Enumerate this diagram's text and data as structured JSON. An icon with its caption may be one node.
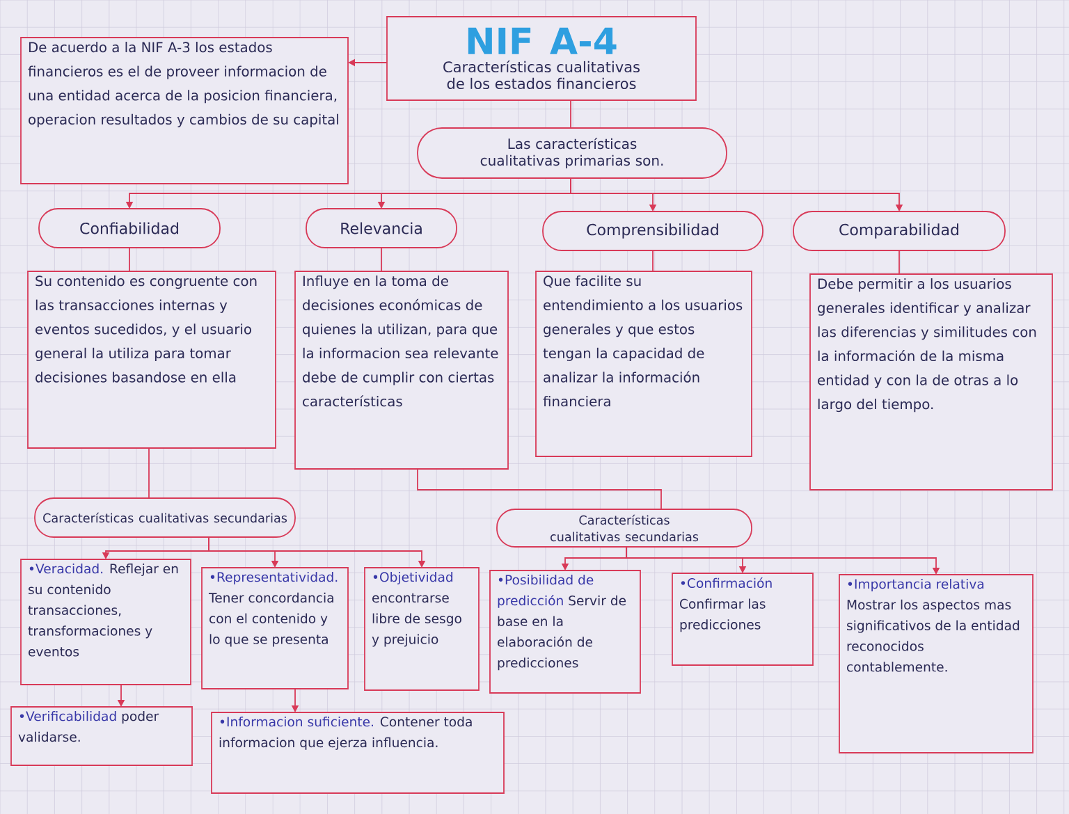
{
  "diagram": {
    "nodes": [
      {
        "text": [
          "NIF A-4",
          "Características cualitativas de los estados financieros"
        ]
      },
      {
        "text": [
          "De acuerdo a la NIF A-3 los estados financieros es el de proveer informacion de una entidad acerca de la posicion financiera, operacion resultados y cambios de su capital"
        ]
      },
      {
        "text": [
          "Las características cualitativas primarias son."
        ]
      },
      {
        "text": [
          "Confiabilidad"
        ]
      },
      {
        "text": [
          "Relevancia"
        ]
      },
      {
        "text": [
          "Comprensibilidad"
        ]
      },
      {
        "text": [
          "Comparabilidad"
        ]
      },
      {
        "text": [
          "Su contenido es congruente con las transacciones internas y eventos sucedidos, y el usuario general la utiliza para tomar decisiones basandose en ella"
        ]
      },
      {
        "text": [
          "Influye en la toma de decisiones económicas de quienes la utilizan, para que la informacion sea relevante debe de cumplir con ciertas características"
        ]
      },
      {
        "text": [
          "Que facilite su entendimiento a los usuarios generales y que estos tengan la capacidad de analizar la información financiera"
        ]
      },
      {
        "text": [
          "Debe permitir a los usuarios generales identificar y analizar las diferencias y similitudes con la información de la misma entidad y con la de otras a lo largo del tiempo."
        ]
      },
      {
        "text": [
          "Características cualitativas secundarias"
        ]
      },
      {
        "text": [
          "Características cualitativas secundarias"
        ]
      },
      {
        "text": [
          "•Veracidad.",
          "Reflejar en su contenido transacciones, transformaciones y eventos"
        ]
      },
      {
        "text": [
          "•Representatividad.",
          "Tener concordancia con el contenido y lo que se presenta"
        ]
      },
      {
        "text": [
          "•Objetividad",
          "encontrarse libre de sesgo y prejuicio"
        ]
      },
      {
        "text": [
          "•Posibilidad de predicción",
          "Servir de base en la elaboración de predicciones"
        ]
      },
      {
        "text": [
          "•Confirmación",
          "Confirmar las predicciones"
        ]
      },
      {
        "text": [
          "•Importancia relativa",
          "Mostrar los aspectos mas significativos de la entidad reconocidos contablemente."
        ]
      },
      {
        "text": [
          "•Verificabilidad",
          "poder validarse."
        ]
      },
      {
        "text": [
          "•Informacion suficiente.",
          "Contener toda informacion que ejerza influencia."
        ]
      }
    ],
    "edges": [
      {
        "from": 0,
        "to": 1,
        "arrow": "to"
      },
      {
        "from": 0,
        "to": 2,
        "arrow": "none"
      },
      {
        "from": 2,
        "to": 3,
        "arrow": "to"
      },
      {
        "from": 2,
        "to": 4,
        "arrow": "to"
      },
      {
        "from": 2,
        "to": 5,
        "arrow": "to"
      },
      {
        "from": 2,
        "to": 6,
        "arrow": "to"
      },
      {
        "from": 3,
        "to": 7,
        "arrow": "none"
      },
      {
        "from": 4,
        "to": 8,
        "arrow": "none"
      },
      {
        "from": 5,
        "to": 9,
        "arrow": "none"
      },
      {
        "from": 6,
        "to": 10,
        "arrow": "none"
      },
      {
        "from": 7,
        "to": 11,
        "arrow": "none"
      },
      {
        "from": 8,
        "to": 12,
        "arrow": "none"
      },
      {
        "from": 11,
        "to": 13,
        "arrow": "to"
      },
      {
        "from": 11,
        "to": 14,
        "arrow": "to"
      },
      {
        "from": 11,
        "to": 15,
        "arrow": "to"
      },
      {
        "from": 12,
        "to": 16,
        "arrow": "to"
      },
      {
        "from": 12,
        "to": 17,
        "arrow": "to"
      },
      {
        "from": 12,
        "to": 18,
        "arrow": "to"
      },
      {
        "from": 13,
        "to": 19,
        "arrow": "to"
      },
      {
        "from": 14,
        "to": 20,
        "arrow": "to"
      }
    ]
  }
}
